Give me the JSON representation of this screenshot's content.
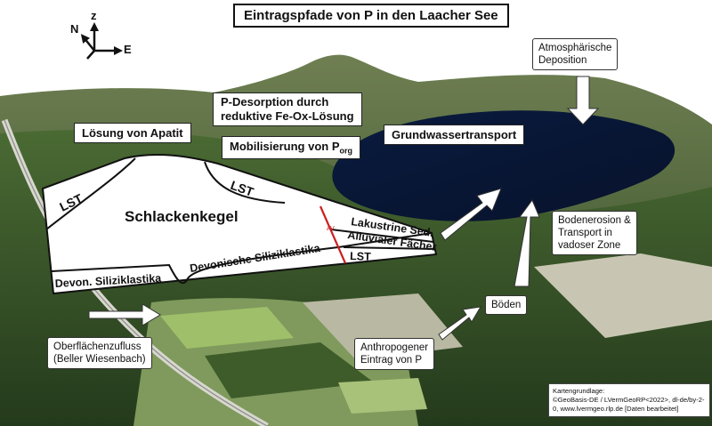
{
  "title": "Eintragspfade von P in den Laacher See",
  "compass": {
    "north": "N",
    "up": "z",
    "east": "E"
  },
  "process_labels": {
    "apatite": "Lösung von Apatit",
    "desorption_line1": "P-Desorption durch",
    "desorption_line2": "reduktive Fe-Ox-Lösung",
    "mobilization": "Mobilisierung von P",
    "mobilization_sub": "org",
    "groundwater": "Grundwassertransport",
    "atmospheric_line1": "Atmosphärische",
    "atmospheric_line2": "Deposition",
    "erosion_line1": "Bodenerosion &",
    "erosion_line2": "Transport in",
    "erosion_line3": "vadoser Zone",
    "soils": "Böden",
    "anthropogenic_line1": "Anthropogener",
    "anthropogenic_line2": "Eintrag von P",
    "surface_line1": "Oberflächenzufluss",
    "surface_line2": "(Beller Wiesenbach)"
  },
  "geology": {
    "cone": "Schlackenkegel",
    "lst_left": "LST",
    "lst_mid": "LST",
    "lst_right": "LST",
    "devonian_short": "Devon. Siliziklastika",
    "devonian_long": "Devonische Siliziklastika",
    "lacustrine": "Lakustrine Sed.",
    "alluvial": "Alluvialer Fächer",
    "fault": "AV"
  },
  "credit": {
    "line1": "Kartengrundlage:",
    "line2": "©GeoBasis-DE / LVermGeoRP<2022>, dl-de/by-2-0, www.lvermgeo.rlp.de [Daten bearbeitet]"
  },
  "colors": {
    "sky": "#ffffff",
    "lake": "#0b1a3a",
    "forest": "#3d5a2c",
    "field": "#8aa36a",
    "fault_line": "#cc1f1f"
  }
}
